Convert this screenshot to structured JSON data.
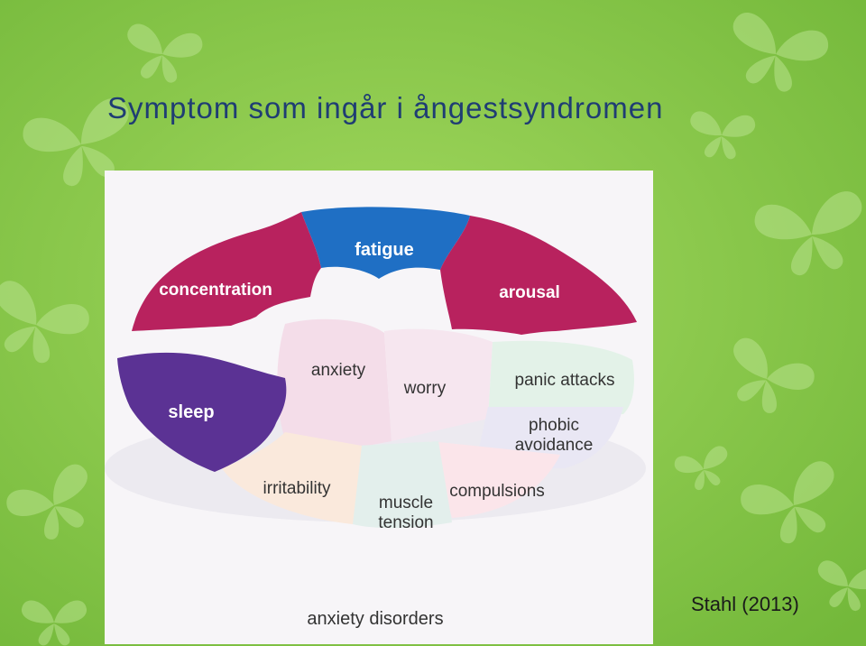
{
  "slide": {
    "title": "Symptom som ingår i ångestsyndromen",
    "credit": "Stahl (2013)",
    "background_color": "#8cca4a",
    "butterfly_color": "#b9e28c"
  },
  "diagram": {
    "outer_pieces": [
      {
        "id": "fatigue",
        "label": "fatigue",
        "color": "#1f6fc4"
      },
      {
        "id": "concentration",
        "label": "concentration",
        "color": "#b8225e"
      },
      {
        "id": "arousal",
        "label": "arousal",
        "color": "#b8225e"
      },
      {
        "id": "sleep",
        "label": "sleep",
        "color": "#5b3294"
      }
    ],
    "inner_pieces": [
      {
        "id": "anxiety",
        "label": "anxiety",
        "color": "#f4dde9"
      },
      {
        "id": "worry",
        "label": "worry",
        "color": "#f6e6ef"
      },
      {
        "id": "panic",
        "label": "panic attacks",
        "color": "#e3f2e8"
      },
      {
        "id": "phobic",
        "label_lines": [
          "phobic",
          "avoidance"
        ],
        "color": "#e9e7f4"
      },
      {
        "id": "compulsions",
        "label": "compulsions",
        "color": "#fbe5ea"
      },
      {
        "id": "muscle",
        "label_lines": [
          "muscle",
          "tension"
        ],
        "color": "#e3efec"
      },
      {
        "id": "irritability",
        "label": "irritability",
        "color": "#fae9dc"
      }
    ],
    "caption": "anxiety disorders"
  }
}
